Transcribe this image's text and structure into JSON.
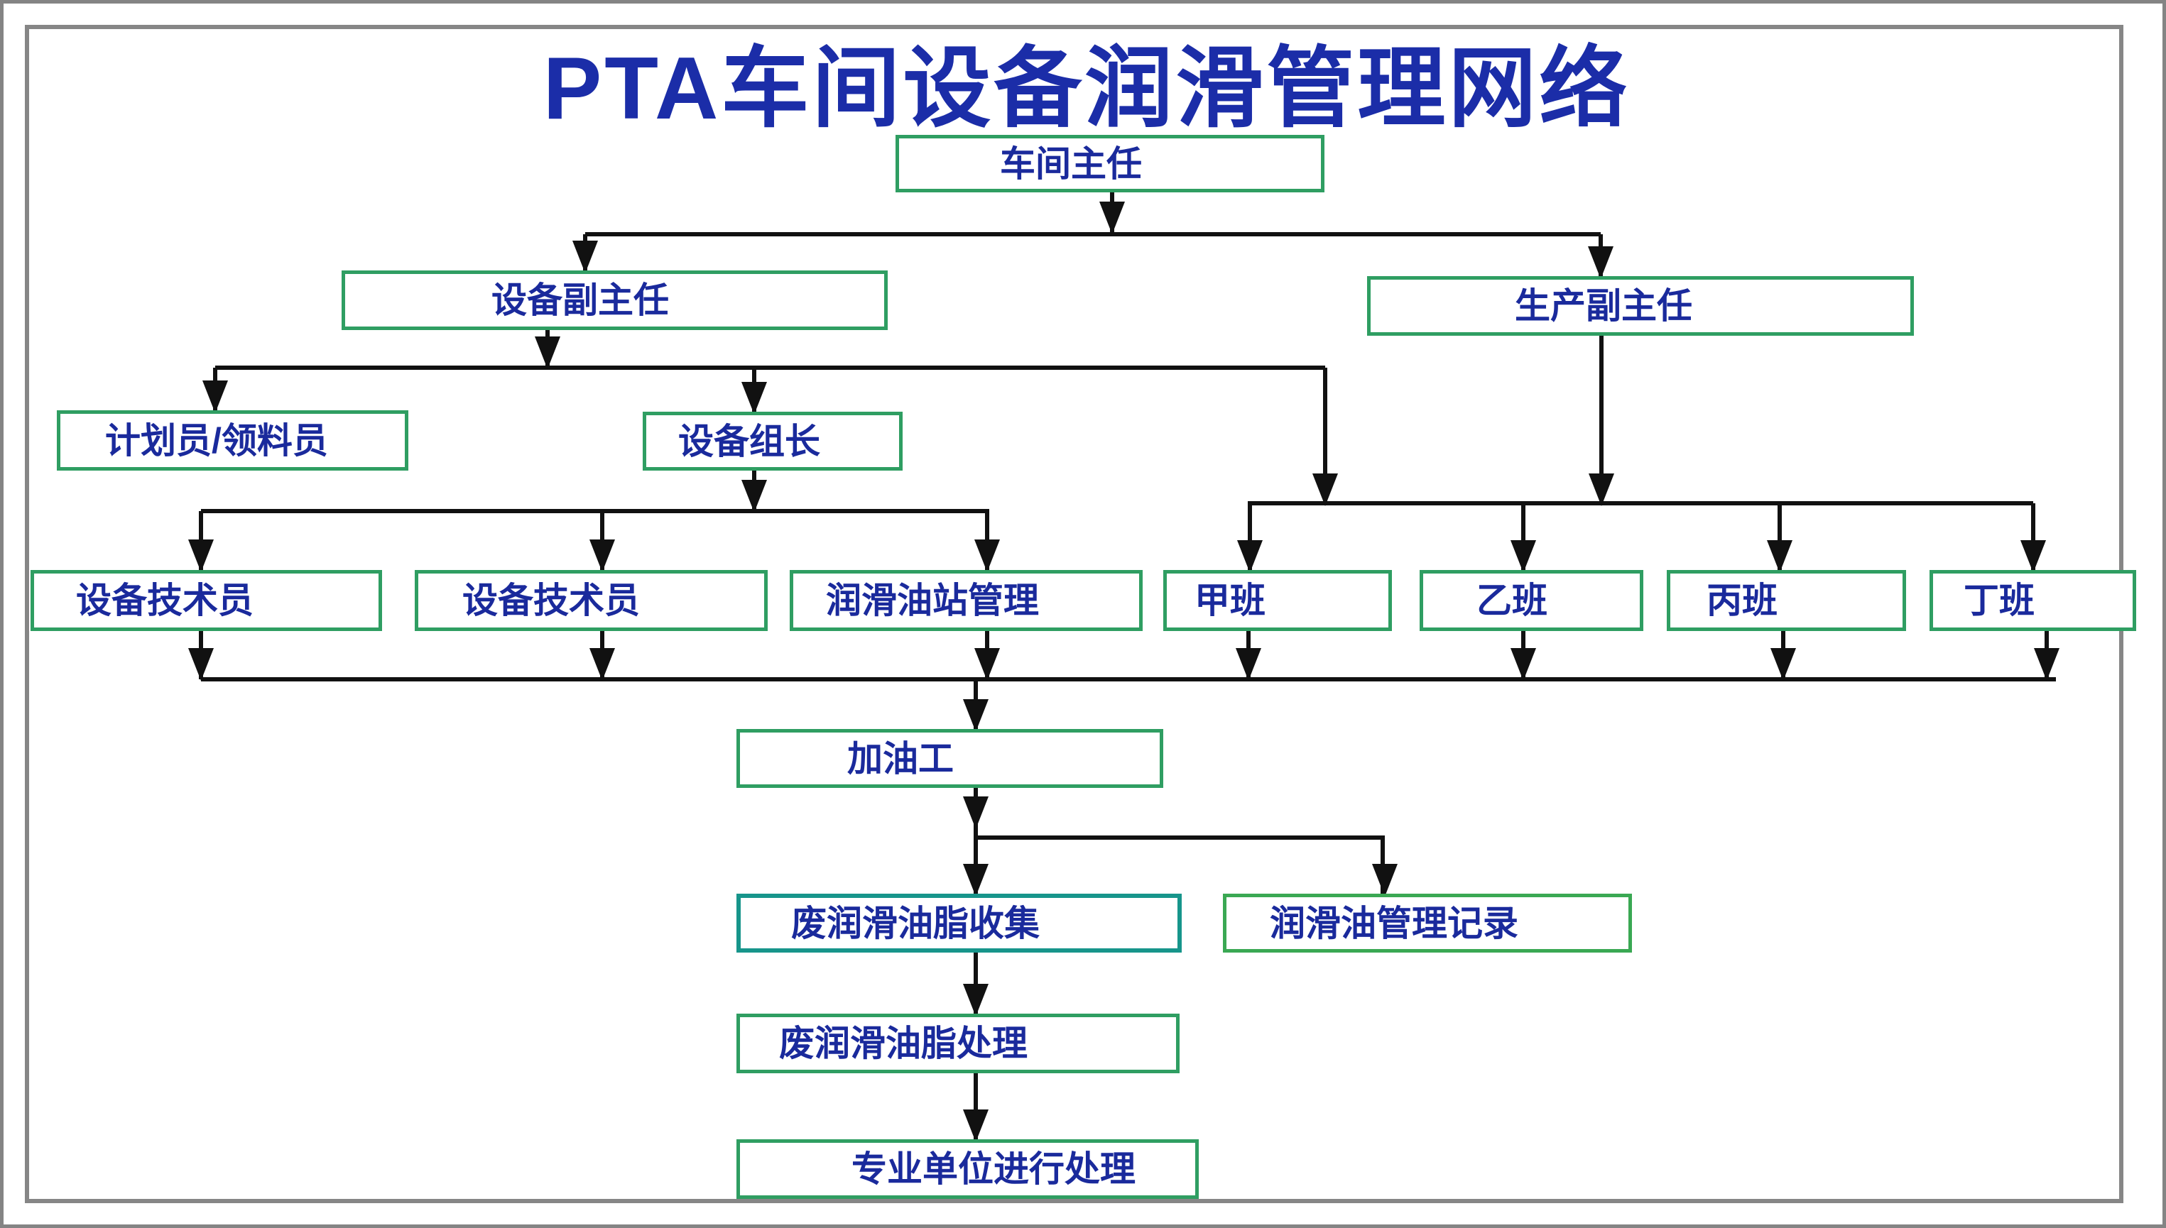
{
  "title": "PTA车间设备润滑管理网络",
  "nodes": {
    "director": {
      "label": "车间主任"
    },
    "equip_deputy": {
      "label": "设备副主任"
    },
    "prod_deputy": {
      "label": "生产副主任"
    },
    "planner": {
      "label": "计划员/领料员"
    },
    "equip_leader": {
      "label": "设备组长"
    },
    "tech1": {
      "label": "设备技术员"
    },
    "tech2": {
      "label": "设备技术员"
    },
    "lube_station": {
      "label": "润滑油站管理"
    },
    "class_a": {
      "label": "甲班"
    },
    "class_b": {
      "label": "乙班"
    },
    "class_c": {
      "label": "丙班"
    },
    "class_d": {
      "label": "丁班"
    },
    "oiler": {
      "label": "加油工"
    },
    "waste_collect": {
      "label": "废润滑油脂收集"
    },
    "lube_record": {
      "label": "润滑油管理记录"
    },
    "waste_dispose": {
      "label": "废润滑油脂处理"
    },
    "pro_unit": {
      "label": "专业单位进行处理"
    }
  },
  "colors": {
    "title_text": "#1b2da8",
    "node_text": "#1a2a9c",
    "node_border_green": "#2f9e62",
    "node_border_teal": "#17958b",
    "node_border_bright_green": "#3aa853",
    "connector": "#111111",
    "frame": "#868686",
    "background": "#ffffff"
  }
}
